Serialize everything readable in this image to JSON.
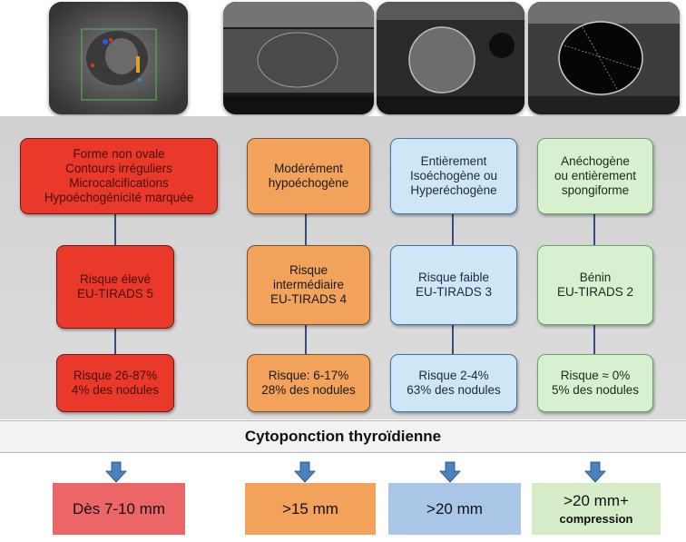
{
  "thumbnails": [
    {
      "id": "thumb-1",
      "icon": "ultrasound-doppler-image"
    },
    {
      "id": "thumb-2",
      "icon": "ultrasound-oval-nodule-image"
    },
    {
      "id": "thumb-3",
      "icon": "ultrasound-round-nodule-image"
    },
    {
      "id": "thumb-4",
      "icon": "ultrasound-anechoic-cyst-image"
    }
  ],
  "columns": [
    {
      "features": "Forme non ovale\nContours irréguliers\nMicrocalcifications\nHypoéchogénicité marquée",
      "risk_level": "Risque élevé\nEU-TIRADS 5",
      "risk_stats": "Risque 26-87%\n4% des nodules",
      "threshold": "Dès 7-10 mm",
      "threshold_note": "",
      "color": "#e8392b"
    },
    {
      "features": "Modérément\nhypoéchogène",
      "risk_level": "Risque\nintermédiaire\nEU-TIRADS 4",
      "risk_stats": "Risque: 6-17%\n28% des nodules",
      "threshold": ">15 mm",
      "threshold_note": "",
      "color": "#f2a25a"
    },
    {
      "features": "Entièrement\nIsoéchogène ou\nHyperéchogène",
      "risk_level": "Risque faible\nEU-TIRADS 3",
      "risk_stats": "Risque 2-4%\n63% des nodules",
      "threshold": ">20 mm",
      "threshold_note": "",
      "color": "#a9c6e6"
    },
    {
      "features": "Anéchogène\nou entièrement\nspongiforme",
      "risk_level": "Bénin\nEU-TIRADS 2",
      "risk_stats": "Risque ≈ 0%\n5% des nodules",
      "threshold": ">20 mm+",
      "threshold_note": "compression",
      "color": "#d6ecc8"
    }
  ],
  "banner": {
    "label": "Cytoponction thyroïdienne"
  },
  "colors": {
    "arrow": "#4a7fc0",
    "connector": "#3a4a7a",
    "panel": "#d4d4d4"
  }
}
